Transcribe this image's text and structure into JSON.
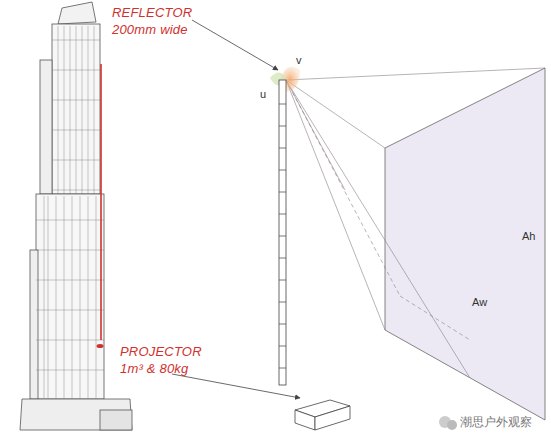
{
  "diagram": {
    "labels": [
      "REFLECTOR",
      "200mm wide",
      "PROJECTOR",
      "1m³ & 80kg",
      "u",
      "v",
      "Ah",
      "Aw",
      "潮思户外观察"
    ]
  }
}
